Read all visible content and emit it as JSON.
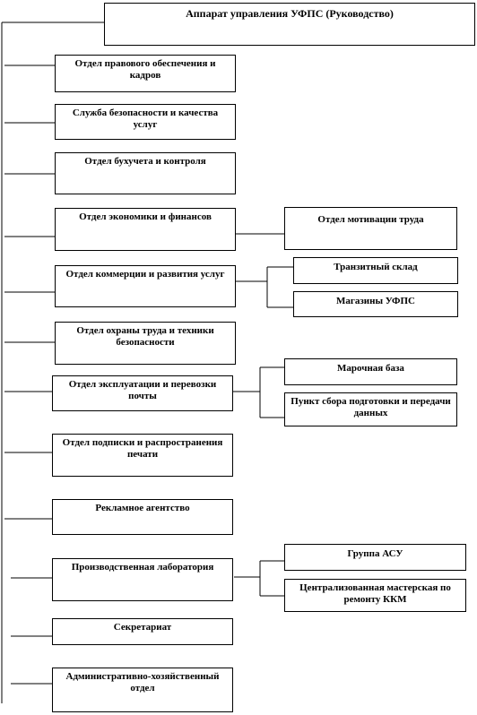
{
  "root": {
    "label": "Аппарат управления УФПС (Руководство)"
  },
  "departments": [
    {
      "label": "Отдел правового обеспечения и кадров",
      "children": []
    },
    {
      "label": "Служба безопасности и качества услуг",
      "children": []
    },
    {
      "label": "Отдел бухучета и контроля",
      "children": []
    },
    {
      "label": "Отдел экономики и финансов",
      "children": [
        {
          "label": "Отдел мотивации труда"
        }
      ]
    },
    {
      "label": "Отдел коммерции и развития услуг",
      "children": [
        {
          "label": "Транзитный склад"
        },
        {
          "label": "Магазины УФПС"
        }
      ]
    },
    {
      "label": "Отдел охраны труда и техники безопасности",
      "children": []
    },
    {
      "label": "Отдел эксплуатации и перевозки почты",
      "children": [
        {
          "label": "Марочная база"
        },
        {
          "label": "Пункт сбора подготовки и передачи данных"
        }
      ]
    },
    {
      "label": "Отдел подписки и распространения печати",
      "children": []
    },
    {
      "label": "Рекламное агентство",
      "children": []
    },
    {
      "label": "Производственная лаборатория",
      "children": [
        {
          "label": "Группа АСУ"
        },
        {
          "label": "Централизованная мастерская по ремонту ККМ"
        }
      ]
    },
    {
      "label": "Секретариат",
      "children": []
    },
    {
      "label": "Административно-хозяйственный отдел",
      "children": []
    }
  ]
}
